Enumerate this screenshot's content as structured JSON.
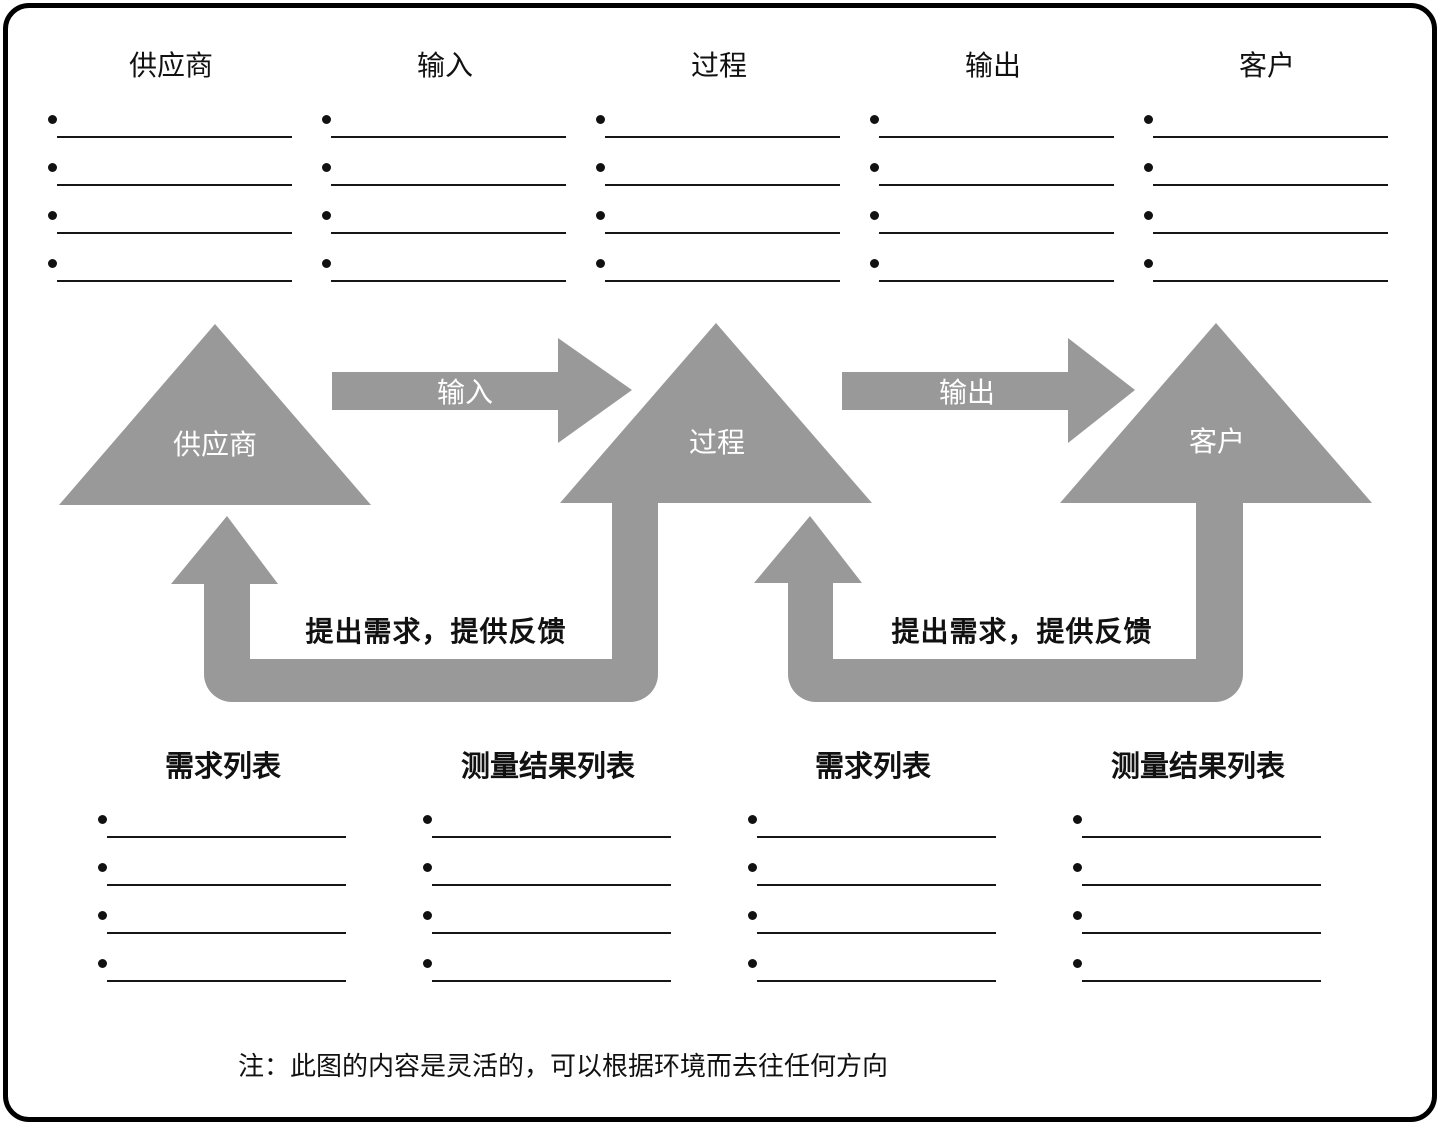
{
  "top_section": {
    "columns": [
      {
        "label": "供应商"
      },
      {
        "label": "输入"
      },
      {
        "label": "过程"
      },
      {
        "label": "输出"
      },
      {
        "label": "客户"
      }
    ],
    "blank_rows_per_column": 4
  },
  "flow_section": {
    "supplier_triangle_label": "供应商",
    "input_arrow_label": "输入",
    "process_triangle_label": "过程",
    "output_arrow_label": "输出",
    "customer_triangle_label": "客户",
    "left_feedback_label": "提出需求，提供反馈",
    "right_feedback_label": "提出需求，提供反馈"
  },
  "bottom_section": {
    "columns": [
      {
        "label": "需求列表"
      },
      {
        "label": "测量结果列表"
      },
      {
        "label": "需求列表"
      },
      {
        "label": "测量结果列表"
      }
    ],
    "blank_rows_per_column": 4
  },
  "footer_note": "注：此图的内容是灵活的，可以根据环境而去往任何方向",
  "colors": {
    "shape_gray": "#999999",
    "ink": "#111111",
    "label_on_gray": "#ffffff",
    "background": "#ffffff"
  }
}
